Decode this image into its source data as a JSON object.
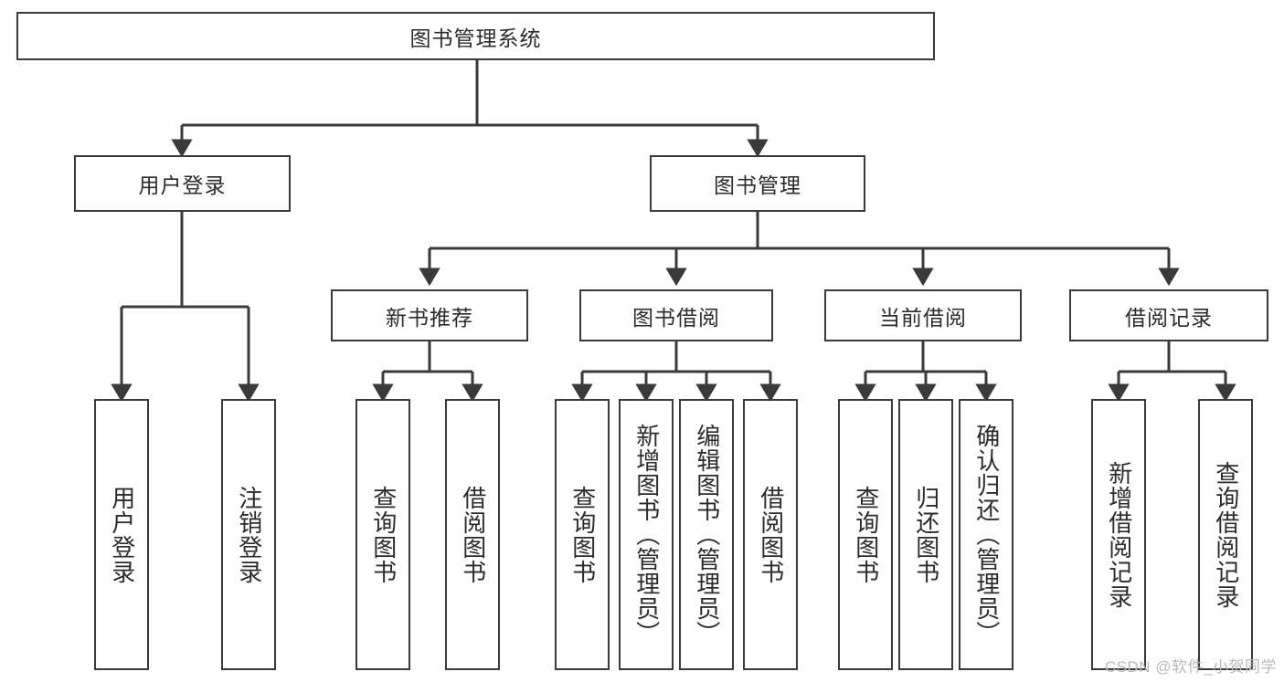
{
  "diagram": {
    "title": "图书管理系统",
    "type": "hierarchy-tree",
    "watermark": "CSDN @软件_小贺同学",
    "colors": {
      "stroke": "#3a3a3a",
      "fill": "#ffffff",
      "text": "#2b2b2b",
      "watermark": "#b9b9b9"
    },
    "nodes": {
      "root": {
        "label": "图书管理系统"
      },
      "level2": [
        {
          "id": "user-login",
          "label": "用户登录"
        },
        {
          "id": "book-manage",
          "label": "图书管理"
        }
      ],
      "level3": [
        {
          "id": "new-book-recommend",
          "label": "新书推荐"
        },
        {
          "id": "book-borrow",
          "label": "图书借阅"
        },
        {
          "id": "current-borrow",
          "label": "当前借阅"
        },
        {
          "id": "borrow-record",
          "label": "借阅记录"
        }
      ],
      "leaves": {
        "user_login": [
          {
            "id": "leaf-user-login",
            "label": "用户登录"
          },
          {
            "id": "leaf-logout-login",
            "label": "注销登录"
          }
        ],
        "new_book_recommend": [
          {
            "id": "leaf-query-book-1",
            "label": "查询图书"
          },
          {
            "id": "leaf-borrow-book-1",
            "label": "借阅图书"
          }
        ],
        "book_borrow": [
          {
            "id": "leaf-query-book-2",
            "label": "查询图书"
          },
          {
            "id": "leaf-add-book",
            "label": "新增图书（管理员）"
          },
          {
            "id": "leaf-edit-book",
            "label": "编辑图书（管理员）"
          },
          {
            "id": "leaf-borrow-book-2",
            "label": "借阅图书"
          }
        ],
        "current_borrow": [
          {
            "id": "leaf-query-book-3",
            "label": "查询图书"
          },
          {
            "id": "leaf-return-book",
            "label": "归还图书"
          },
          {
            "id": "leaf-confirm-return",
            "label": "确认归还（管理员）"
          }
        ],
        "borrow_record": [
          {
            "id": "leaf-add-record",
            "label": "新增借阅记录"
          },
          {
            "id": "leaf-query-record",
            "label": "查询借阅记录"
          }
        ]
      }
    }
  }
}
